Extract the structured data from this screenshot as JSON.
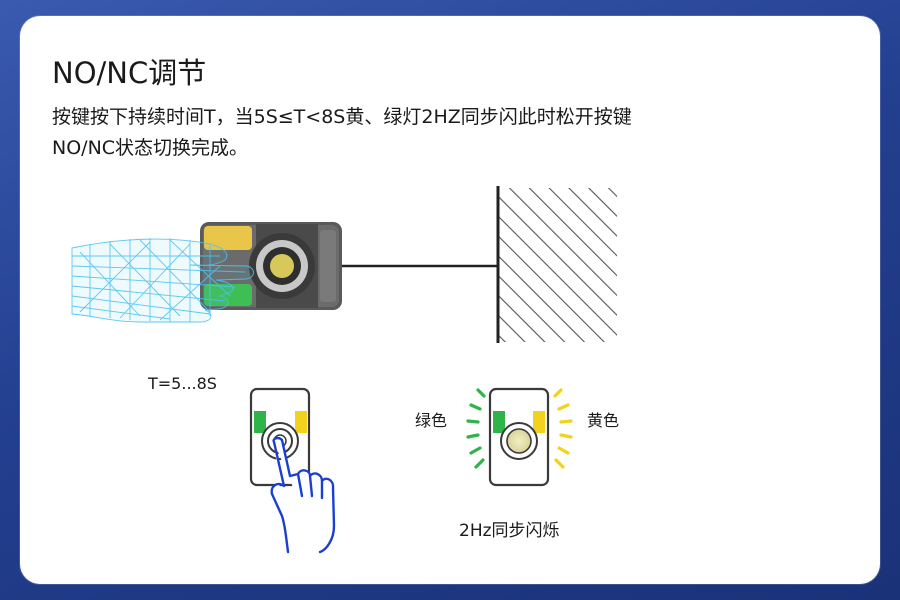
{
  "title": "NO/NC调节",
  "description_line1": "按键按下持续时间T，当5S≤T<8S黄、绿灯2HZ同步闪此时松开按键",
  "description_line2": "NO/NC状态切换完成。",
  "press_duration_label": "T=5...8S",
  "green_label": "绿色",
  "yellow_label": "黄色",
  "blink_label": "2Hz同步闪烁",
  "colors": {
    "background": "#2b4a9e",
    "card": "#ffffff",
    "green": "#2fb34a",
    "yellow": "#f2d21c",
    "hand_outline": "#1a3fd1",
    "mesh_hand": "#4cc3f0",
    "sensor_body": "#5c5c5c"
  },
  "icons": [
    "wireframe-hand-icon",
    "sensor-icon",
    "hatched-wall-icon",
    "pressing-hand-icon"
  ]
}
